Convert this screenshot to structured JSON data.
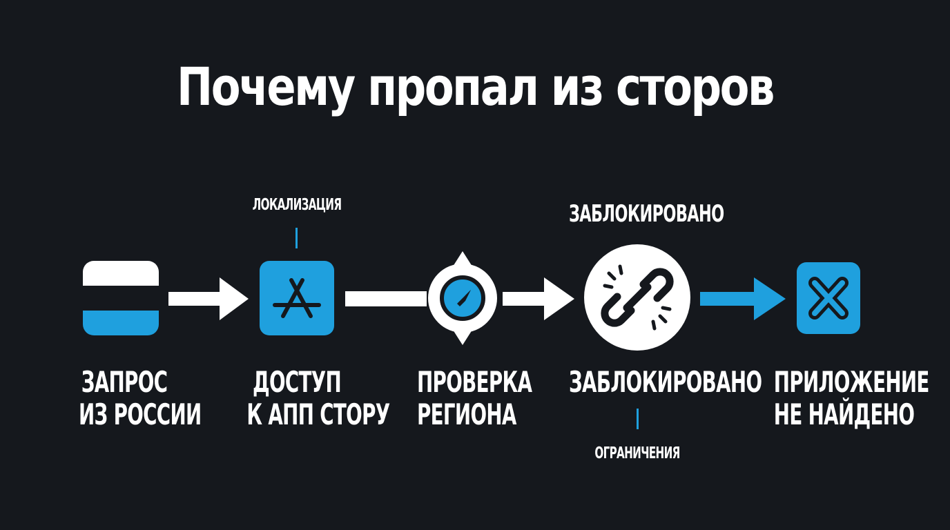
{
  "title": "Почему пропал из сторов",
  "colors": {
    "background": "#15181d",
    "accent": "#1fa0de",
    "foreground": "#ffffff",
    "dark_icon": "#15181d"
  },
  "top_annotations": {
    "localization": "ЛОКАЛИЗАЦИЯ",
    "blocked": "ЗАБЛОКИРОВАНО"
  },
  "bottom_annotation": "ОГРАНИЧЕНИЯ",
  "stages": [
    {
      "icon": "russia-flag-icon",
      "line1": "ЗАПРОС",
      "line2": "ИЗ РОССИИ"
    },
    {
      "icon": "app-store-icon",
      "line1": "ДОСТУП",
      "line2": "К АПП СТОРУ"
    },
    {
      "icon": "compass-icon",
      "line1": "ПРОВЕРКА",
      "line2": "РЕГИОНА"
    },
    {
      "icon": "broken-link-icon",
      "line1": "ЗАБЛОКИРОВАНО",
      "line2": ""
    },
    {
      "icon": "x-mark-icon",
      "line1": "ПРИЛОЖЕНИЕ",
      "line2": "НЕ НАЙДЕНО"
    }
  ],
  "connectors": [
    {
      "from": 0,
      "to": 1,
      "style": "arrow",
      "color": "#ffffff"
    },
    {
      "from": 1,
      "to": 2,
      "style": "line",
      "color": "#ffffff"
    },
    {
      "from": 2,
      "to": 3,
      "style": "arrow",
      "color": "#ffffff"
    },
    {
      "from": 3,
      "to": 4,
      "style": "arrow",
      "color": "#1fa0de"
    }
  ]
}
